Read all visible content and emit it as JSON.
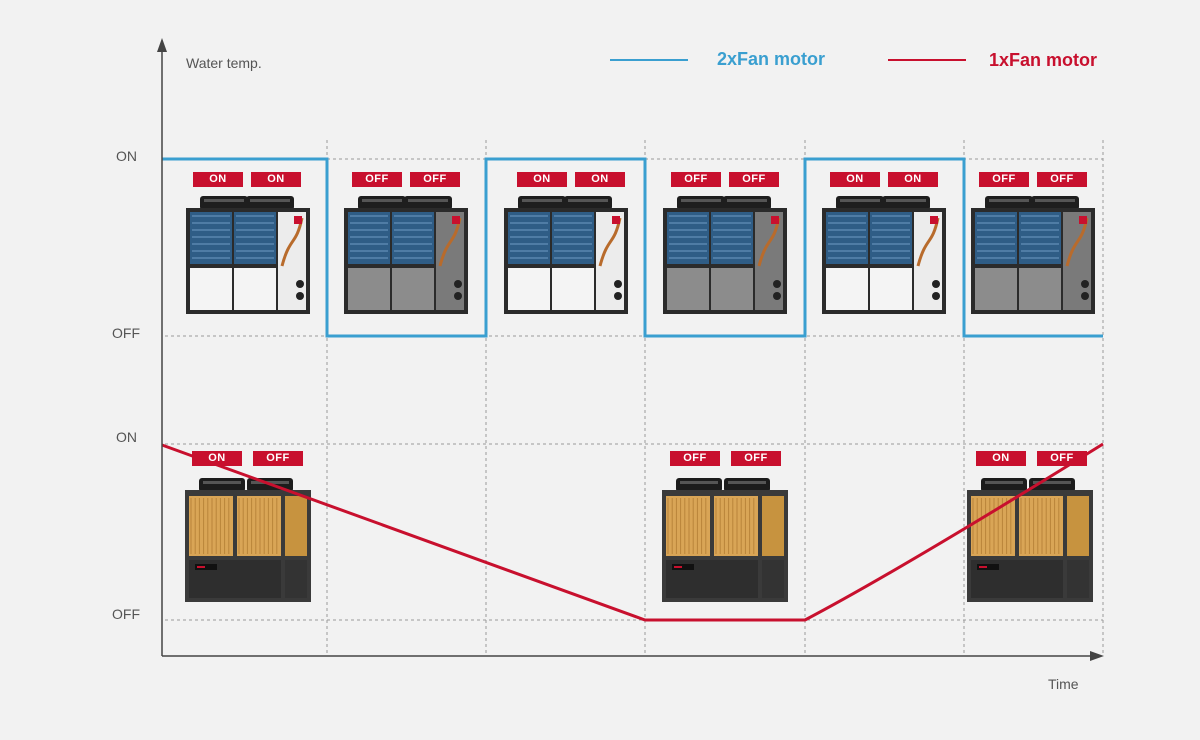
{
  "axes": {
    "y_label": "Water temp.",
    "x_label": "Time",
    "upper_on": "ON",
    "upper_off": "OFF",
    "lower_on": "ON",
    "lower_off": "OFF"
  },
  "legend": [
    {
      "label": "2xFan motor",
      "color": "#3a9fd0"
    },
    {
      "label": "1xFan motor",
      "color": "#c8102e"
    }
  ],
  "colors": {
    "blue": "#3a9fd0",
    "red": "#c8102e",
    "axis": "#444444",
    "grid": "#9a9a9a"
  },
  "upper_units": [
    {
      "icon": "dual-fan-heat-pump-white-icon",
      "fans": [
        "ON",
        "ON"
      ]
    },
    {
      "icon": "dual-fan-heat-pump-gray-icon",
      "fans": [
        "OFF",
        "OFF"
      ]
    },
    {
      "icon": "dual-fan-heat-pump-white-icon",
      "fans": [
        "ON",
        "ON"
      ]
    },
    {
      "icon": "dual-fan-heat-pump-gray-icon",
      "fans": [
        "OFF",
        "OFF"
      ]
    },
    {
      "icon": "dual-fan-heat-pump-white-icon",
      "fans": [
        "ON",
        "ON"
      ]
    },
    {
      "icon": "dual-fan-heat-pump-gray-icon",
      "fans": [
        "OFF",
        "OFF"
      ]
    }
  ],
  "lower_units": [
    {
      "icon": "single-fan-heat-pump-orange-icon",
      "fans": [
        "ON",
        "OFF"
      ]
    },
    {
      "icon": "single-fan-heat-pump-orange-icon",
      "fans": [
        "OFF",
        "OFF"
      ]
    },
    {
      "icon": "single-fan-heat-pump-orange-icon",
      "fans": [
        "ON",
        "OFF"
      ]
    }
  ]
}
